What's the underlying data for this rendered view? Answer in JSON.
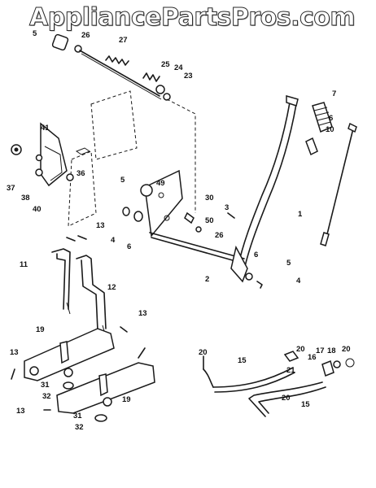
{
  "watermark": "AppliancePartsPros.com",
  "labels": {
    "p1": "1",
    "p2": "2",
    "p3": "3",
    "p4": "4",
    "p5": "5",
    "p6": "6",
    "p7": "7",
    "p10": "10",
    "p11": "11",
    "p12": "12",
    "p13": "13",
    "p15": "15",
    "p16": "16",
    "p17": "17",
    "p18": "18",
    "p19": "19",
    "p20": "20",
    "p21": "21",
    "p23": "23",
    "p24": "24",
    "p25": "25",
    "p26": "26",
    "p27": "27",
    "p30": "30",
    "p31": "31",
    "p32": "32",
    "p36": "36",
    "p37": "37",
    "p38": "38",
    "p40": "40",
    "p41": "41",
    "p49": "49",
    "p50": "50"
  }
}
